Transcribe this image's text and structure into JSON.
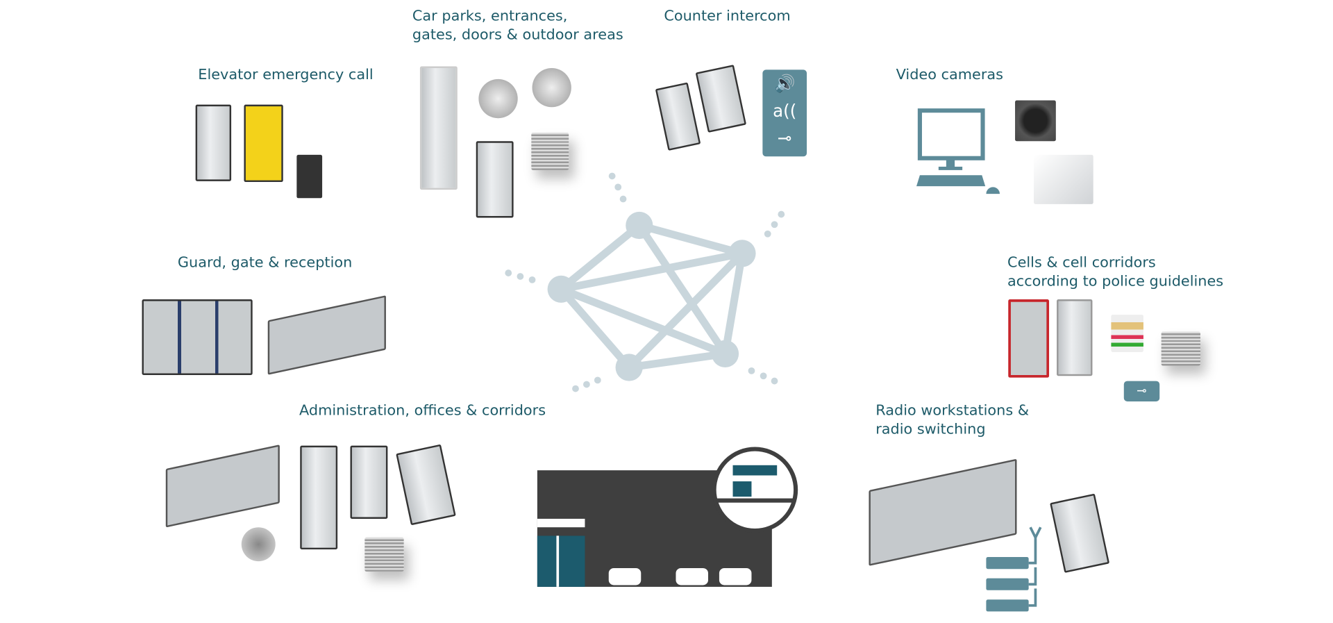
{
  "labels": {
    "elevator": "Elevator emergency call",
    "car_parks_1": "Car parks, entrances,",
    "car_parks_2": "gates, doors & outdoor areas",
    "counter": "Counter intercom",
    "video": "Video cameras",
    "guard": "Guard, gate & reception",
    "cells_1": "Cells & cell corridors",
    "cells_2": "according to police guidelines",
    "admin": "Administration, offices & corridors",
    "radio_1": "Radio workstations &",
    "radio_2": "radio switching"
  },
  "colors": {
    "label": "#1d5a68",
    "network": "#c9d6dc",
    "icon": "#5d8b99",
    "building": "#3f3f3f",
    "door": "#1c5b6d"
  }
}
